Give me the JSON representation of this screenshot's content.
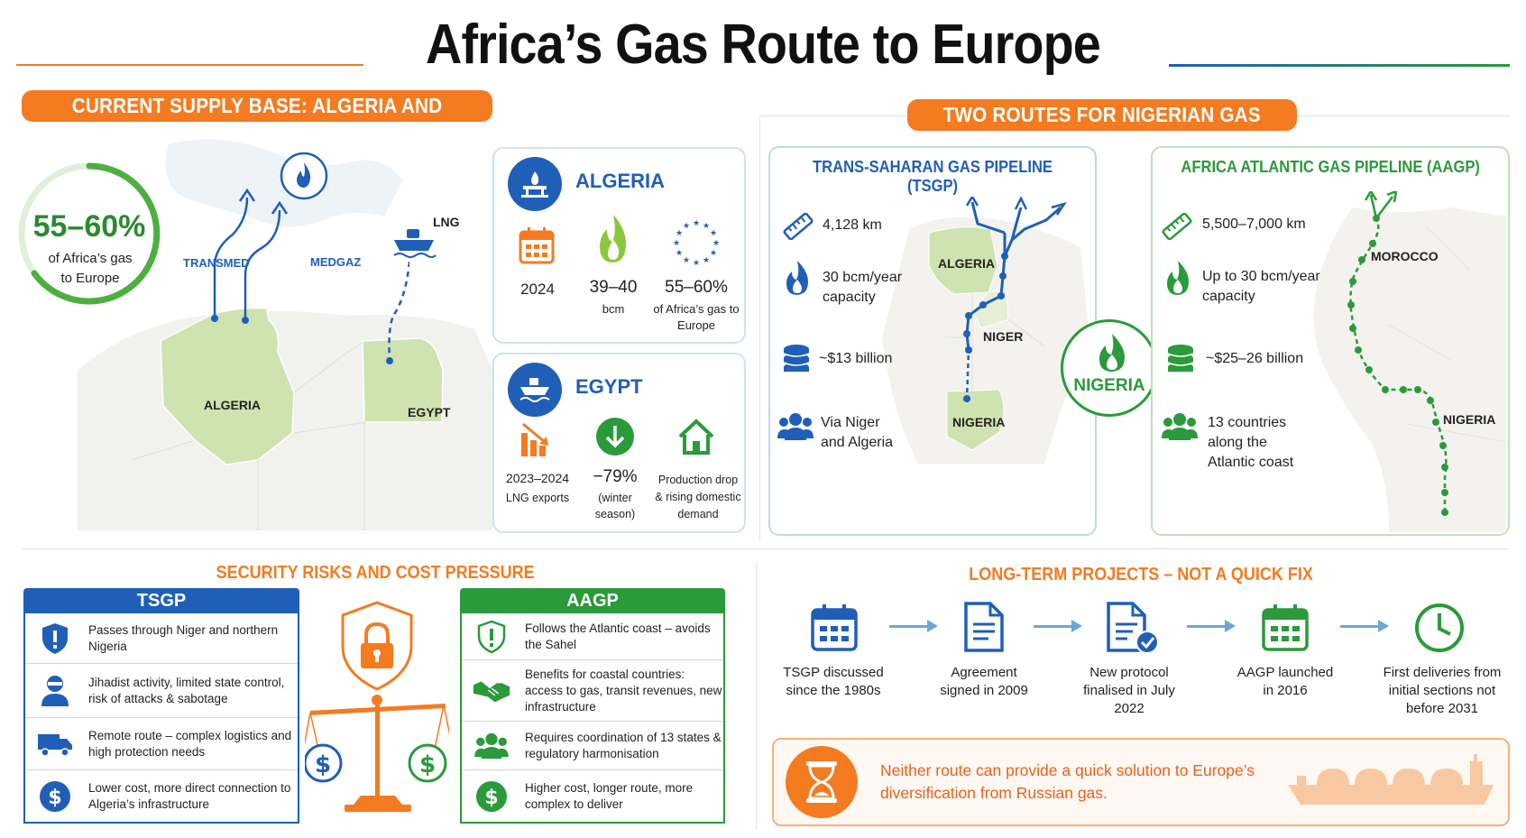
{
  "title": "Africa’s Gas Route to Europe",
  "colors": {
    "orange": "#f47b20",
    "blue": "#1f5fb8",
    "green": "#2a9a3a",
    "map_green": "#cfe3b0"
  },
  "supply": {
    "heading": "CURRENT SUPPLY BASE: ALGERIA AND EGYPT",
    "ring_value": "55–60%",
    "ring_label_1": "of Africa’s gas",
    "ring_label_2": "to Europe",
    "route_transmed": "TRANSMED",
    "route_medgaz": "MEDGAZ",
    "lng_label": "LNG",
    "map_algeria": "ALGERIA",
    "map_egypt": "EGYPT",
    "algeria": {
      "title": "ALGERIA",
      "stats": [
        {
          "icon": "calendar-icon",
          "value": "2024",
          "sub": ""
        },
        {
          "icon": "flame-icon",
          "value": "39–40",
          "sub": "bcm"
        },
        {
          "icon": "eu-stars-icon",
          "value": "55–60%",
          "sub": "of Africa’s gas to Europe"
        }
      ]
    },
    "egypt": {
      "title": "EGYPT",
      "stats": [
        {
          "icon": "bar-decline-icon",
          "value": "2023–2024",
          "sub": "LNG exports"
        },
        {
          "icon": "down-arrow-icon",
          "value": "−79%",
          "sub": "(winter season)"
        },
        {
          "icon": "house-icon",
          "value": "",
          "sub": "Production drop & rising domestic demand"
        }
      ]
    }
  },
  "routes": {
    "heading": "TWO ROUTES FOR NIGERIAN GAS",
    "center_label": "NIGERIA",
    "tsgp": {
      "title": "TRANS-SAHARAN GAS PIPELINE (TSGP)",
      "stats": [
        {
          "icon": "ruler-icon",
          "text": "4,128 km"
        },
        {
          "icon": "flame-icon",
          "text": "30 bcm/year capacity"
        },
        {
          "icon": "coins-icon",
          "text": "~$13 billion"
        },
        {
          "icon": "people-icon",
          "text": "Via Niger and Algeria"
        }
      ],
      "map_labels": [
        "ALGERIA",
        "NIGER",
        "NIGERIA"
      ]
    },
    "aagp": {
      "title": "AFRICA ATLANTIC  GAS PIPELINE (AAGP)",
      "stats": [
        {
          "icon": "ruler-icon",
          "text": "5,500–7,000 km"
        },
        {
          "icon": "flame-icon",
          "text": "Up to 30 bcm/year capacity"
        },
        {
          "icon": "coins-icon",
          "text": "~$25–26 billion"
        },
        {
          "icon": "people-icon",
          "text": "13 countries along the Atlantic coast"
        }
      ],
      "map_labels": [
        "MOROCCO",
        "NIGERIA"
      ]
    }
  },
  "risks": {
    "heading": "SECURITY RISKS AND COST PRESSURE",
    "tsgp_head": "TSGP",
    "tsgp_rows": [
      {
        "icon": "warning-shield-icon",
        "text": "Passes through Niger and northern Nigeria"
      },
      {
        "icon": "masked-person-icon",
        "text": "Jihadist activity, limited state control, risk of attacks & sabotage"
      },
      {
        "icon": "truck-icon",
        "text": "Remote route – complex logistics and high protection needs"
      },
      {
        "icon": "dollar-icon",
        "text": "Lower cost, more direct connection to Algeria’s infrastructure"
      }
    ],
    "aagp_head": "AAGP",
    "aagp_rows": [
      {
        "icon": "warning-shield-icon",
        "text": "Follows the Atlantic coast – avoids the Sahel"
      },
      {
        "icon": "handshake-icon",
        "text": "Benefits for coastal countries: access to gas, transit revenues, new infrastructure"
      },
      {
        "icon": "people-icon",
        "text": "Requires coordination of 13 states & regulatory harmonisation"
      },
      {
        "icon": "dollar-icon",
        "text": "Higher cost, longer route, more complex to deliver"
      }
    ]
  },
  "timeline": {
    "heading": "LONG-TERM PROJECTS – NOT A QUICK FIX",
    "items": [
      {
        "icon": "calendar-icon",
        "text": "TSGP discussed since the 1980s"
      },
      {
        "icon": "document-icon",
        "text": "Agreement signed in 2009"
      },
      {
        "icon": "document-check-icon",
        "text": "New protocol finalised in July 2022"
      },
      {
        "icon": "calendar-icon",
        "text": "AAGP launched in 2016"
      },
      {
        "icon": "clock-icon",
        "text": "First deliveries from initial sections not before 2031"
      }
    ],
    "note": "Neither route can provide a quick solution to Europe’s diversification from Russian gas."
  }
}
